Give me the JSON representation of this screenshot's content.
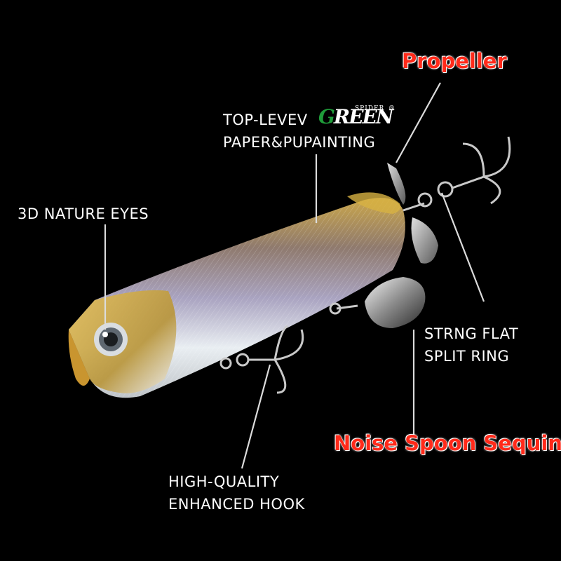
{
  "labels": {
    "propeller": "Propeller",
    "top_line1": "TOP-LEVEV",
    "top_line2": "PAPER&PUPAINTING",
    "eyes": "3D NATURE EYES",
    "split_ring_line1": "STRNG FLAT",
    "split_ring_line2": "SPLIT RING",
    "spoon": "Noise Spoon Sequins",
    "hook_line1": "HIGH-QUALITY",
    "hook_line2": "ENHANCED HOOK"
  },
  "brand": {
    "letters_green": "G",
    "letters_main": "REEN",
    "sub": "SPIDER",
    "reg": "®"
  },
  "colors": {
    "background": "#000000",
    "callout_red": "#ff2a1a",
    "brand_green": "#1f9c3a"
  }
}
